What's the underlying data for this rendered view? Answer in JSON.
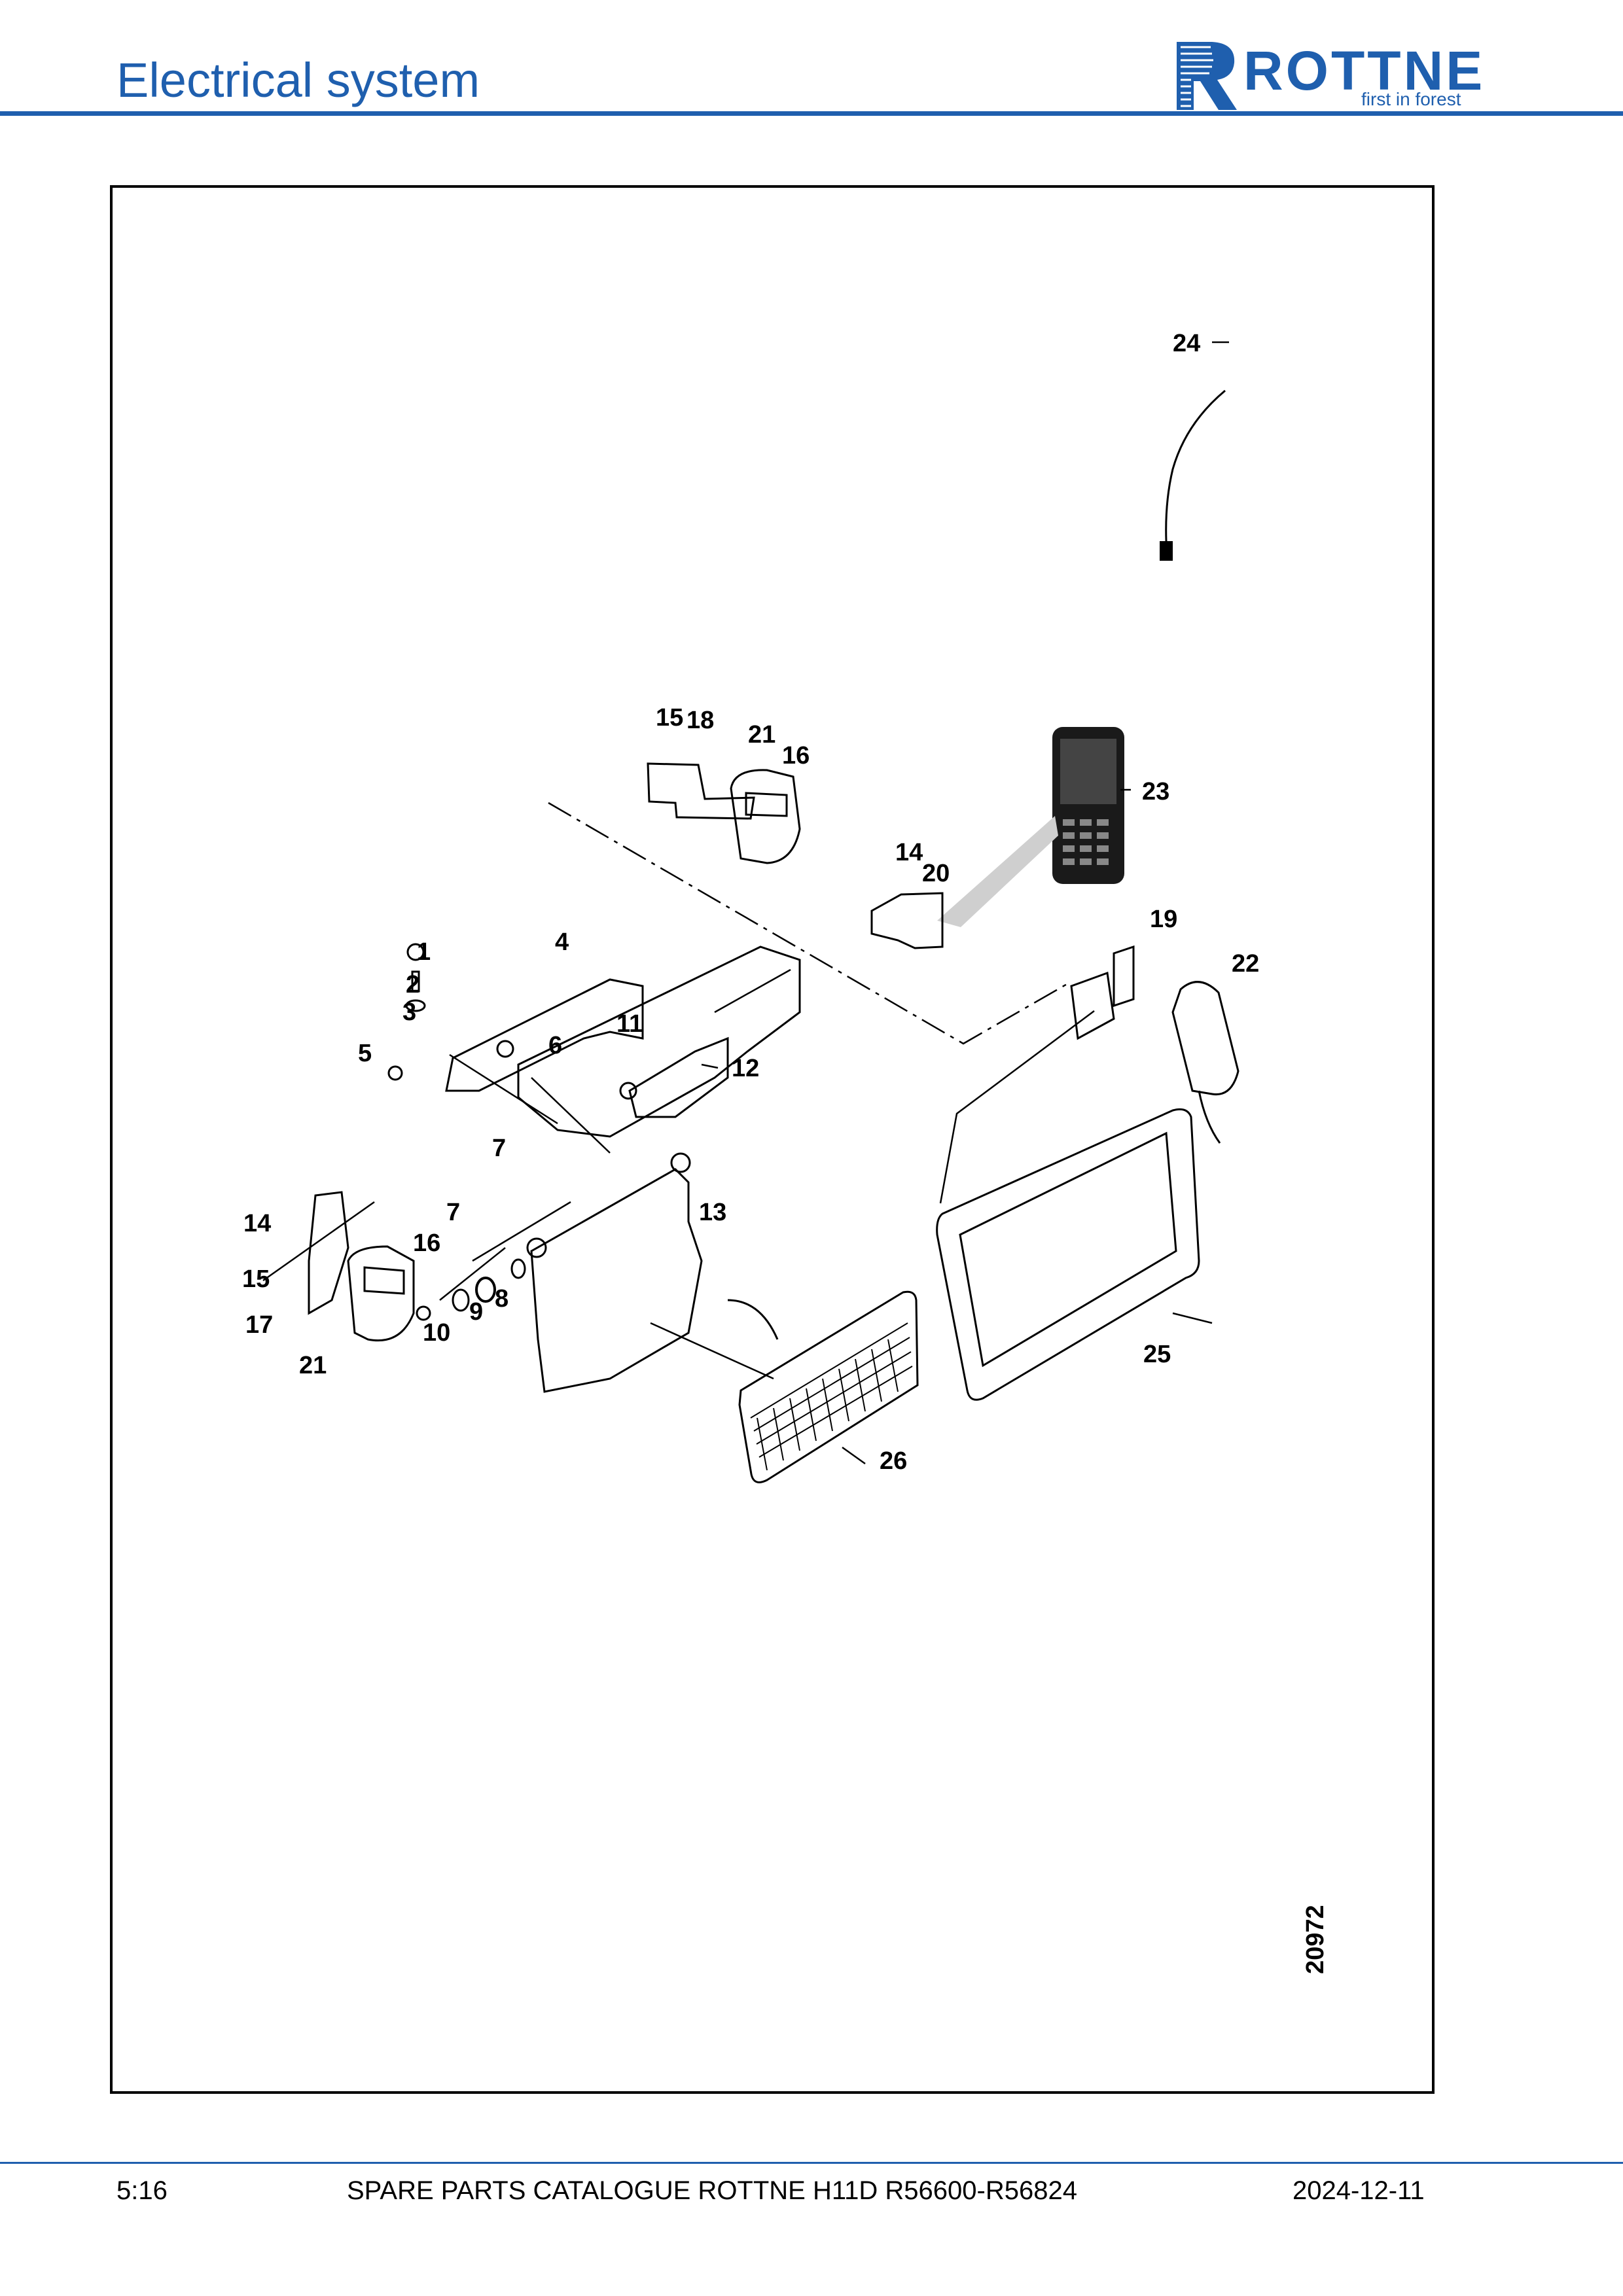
{
  "header": {
    "title": "Electrical system",
    "logo_word": "ROTTNE",
    "logo_tagline": "first in forest",
    "brand_color": "#1f5fae"
  },
  "diagram": {
    "drawing_number": "20972",
    "callouts": [
      "1",
      "2",
      "3",
      "4",
      "5",
      "6",
      "7",
      "7",
      "8",
      "9",
      "10",
      "11",
      "12",
      "13",
      "14",
      "14",
      "15",
      "15",
      "16",
      "16",
      "17",
      "18",
      "19",
      "20",
      "21",
      "21",
      "22",
      "23",
      "24",
      "25",
      "26"
    ]
  },
  "footer": {
    "page": "5:16",
    "catalogue": "SPARE PARTS CATALOGUE ROTTNE H11D R56600-R56824",
    "date": "2024-12-11"
  }
}
